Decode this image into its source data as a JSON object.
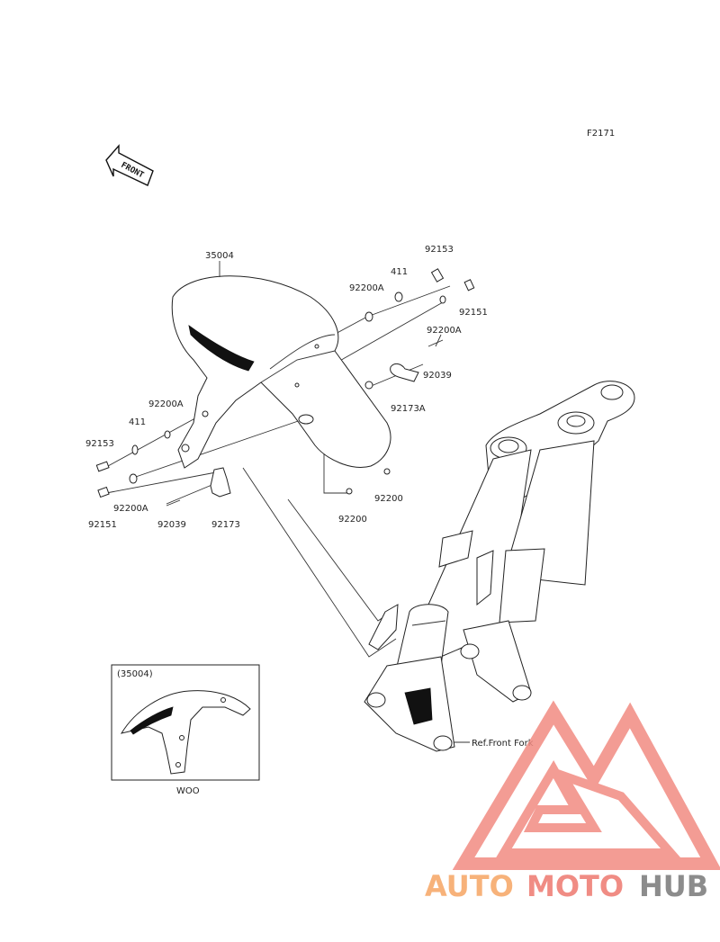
{
  "diagram": {
    "figure_code": "F2171",
    "direction_label": "FRONT",
    "reference_label": "Ref.Front Fork",
    "inset": {
      "title": "(35004)",
      "caption": "WOO"
    },
    "part_labels": {
      "fender": "35004",
      "bolt_right": "92153",
      "collar_right": "411",
      "washer_right_upper": "92200A",
      "bolt_right_lower": "92151",
      "washer_right_lower": "92200A",
      "screw_right": "92039",
      "clamp_right": "92173A",
      "washer_left_upper": "92200A",
      "collar_left": "411",
      "bolt_left": "92153",
      "washer_left_lower": "92200A",
      "bolt_left_lower": "92151",
      "screw_left": "92039",
      "clamp_left": "92173",
      "nut_center": "92200",
      "nut_right": "92200"
    }
  },
  "watermark": {
    "word_part1": "AUTO",
    "word_part2": "MOTO",
    "word_part3": "HUB",
    "colors": {
      "orange": "#f7b27a",
      "red": "#f08c84",
      "gray": "#8c8c8c",
      "triangle": "#f28b82"
    }
  }
}
